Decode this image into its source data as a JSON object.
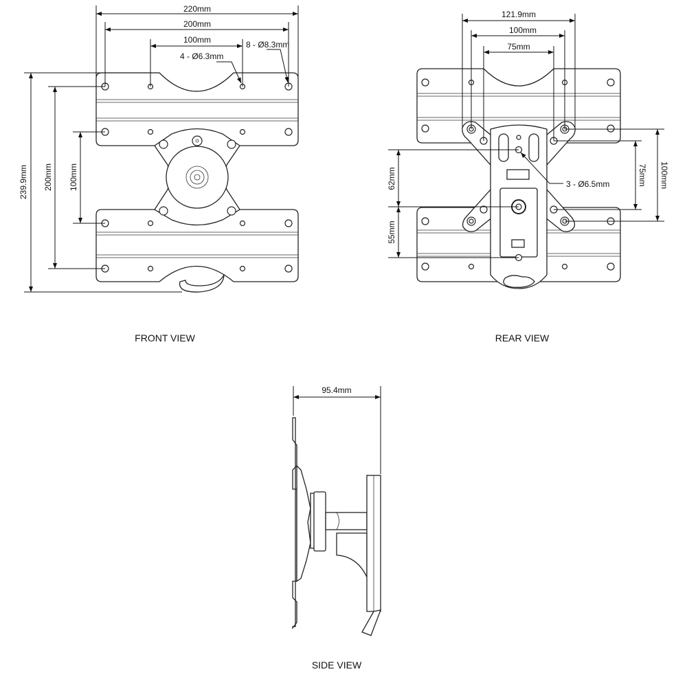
{
  "front_view": {
    "title": "FRONT VIEW",
    "dims": {
      "width_overall": "220mm",
      "width_outer_holes": "200mm",
      "width_inner_holes": "100mm",
      "height_overall": "239.9mm",
      "height_outer_holes": "200mm",
      "height_inner_holes": "100mm"
    },
    "callouts": {
      "small_holes": "4 - Ø6.3mm",
      "large_holes": "8 - Ø8.3mm"
    }
  },
  "rear_view": {
    "title": "REAR VIEW",
    "dims": {
      "width_overall": "121.9mm",
      "width_100": "100mm",
      "width_75": "75mm",
      "height_100": "100mm",
      "height_75": "75mm",
      "wall_62": "62mm",
      "wall_55": "55mm"
    },
    "callouts": {
      "wall_holes": "3 - Ø6.5mm"
    }
  },
  "side_view": {
    "title": "SIDE VIEW",
    "dims": {
      "depth": "95.4mm"
    }
  }
}
